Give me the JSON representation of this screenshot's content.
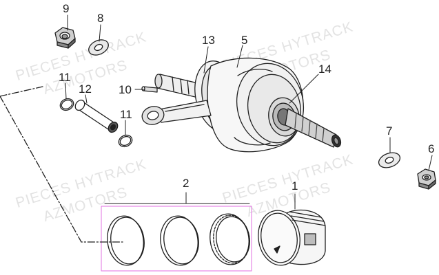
{
  "watermark": {
    "line1": "PIECES HYTRACK",
    "line2": "AZMOTORS"
  },
  "parts": [
    {
      "id": "p1",
      "number": "1"
    },
    {
      "id": "p2",
      "number": "2"
    },
    {
      "id": "p5",
      "number": "5"
    },
    {
      "id": "p6",
      "number": "6"
    },
    {
      "id": "p7",
      "number": "7"
    },
    {
      "id": "p8",
      "number": "8"
    },
    {
      "id": "p9",
      "number": "9"
    },
    {
      "id": "p10",
      "number": "10"
    },
    {
      "id": "p11a",
      "number": "11"
    },
    {
      "id": "p11b",
      "number": "11"
    },
    {
      "id": "p12",
      "number": "12"
    },
    {
      "id": "p13",
      "number": "13"
    },
    {
      "id": "p14",
      "number": "14"
    }
  ],
  "colors": {
    "line": "#1f1f1f",
    "highlight_box": "#e68ae6",
    "watermark": "#e3e3e3"
  }
}
